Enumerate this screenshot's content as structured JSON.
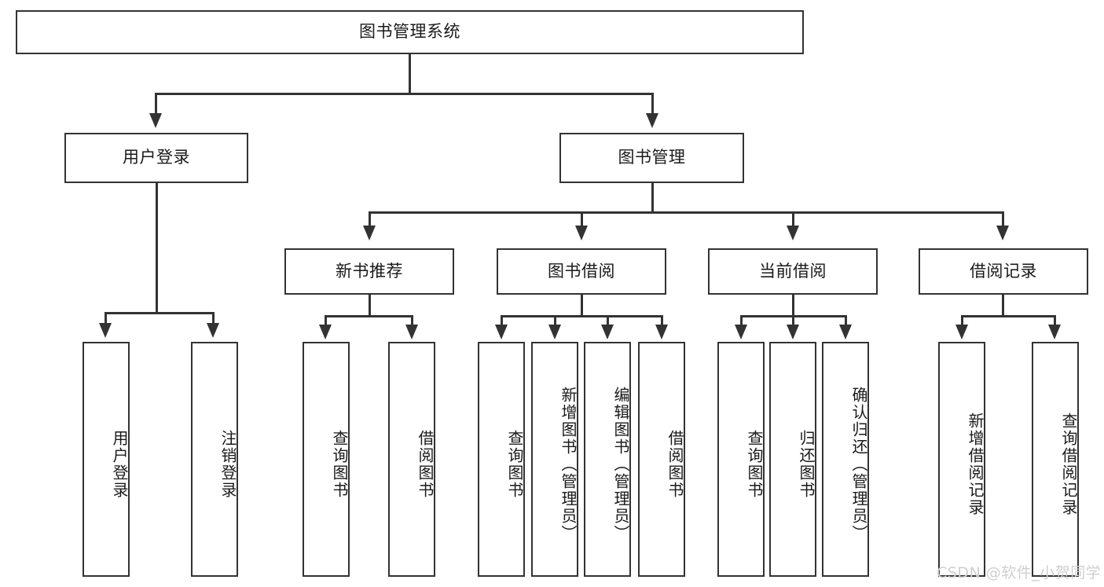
{
  "diagram": {
    "type": "hierarchy-tree",
    "title": "图书管理系统",
    "root": {
      "label": "图书管理系统"
    },
    "level2": [
      {
        "label": "用户登录"
      },
      {
        "label": "图书管理"
      }
    ],
    "level3": [
      {
        "label": "新书推荐"
      },
      {
        "label": "图书借阅"
      },
      {
        "label": "当前借阅"
      },
      {
        "label": "借阅记录"
      }
    ],
    "leaves": {
      "user_login": [
        {
          "label": "用户登录"
        },
        {
          "label": "注销登录"
        }
      ],
      "new_book": [
        {
          "label": "查询图书"
        },
        {
          "label": "借阅图书"
        }
      ],
      "book_borrow": [
        {
          "label": "查询图书"
        },
        {
          "label": "新增图书（管理员）"
        },
        {
          "label": "编辑图书（管理员）"
        },
        {
          "label": "借阅图书"
        }
      ],
      "current_borrow": [
        {
          "label": "查询图书"
        },
        {
          "label": "归还图书"
        },
        {
          "label": "确认归还（管理员）"
        }
      ],
      "borrow_record": [
        {
          "label": "新增借阅记录"
        },
        {
          "label": "查询借阅记录"
        }
      ]
    }
  },
  "watermark": {
    "text": "CSDN @软件_小贺同学"
  },
  "colors": {
    "stroke": "#333333",
    "text": "#1a1a1a",
    "background": "#ffffff",
    "watermark": "#cfcfcf"
  }
}
